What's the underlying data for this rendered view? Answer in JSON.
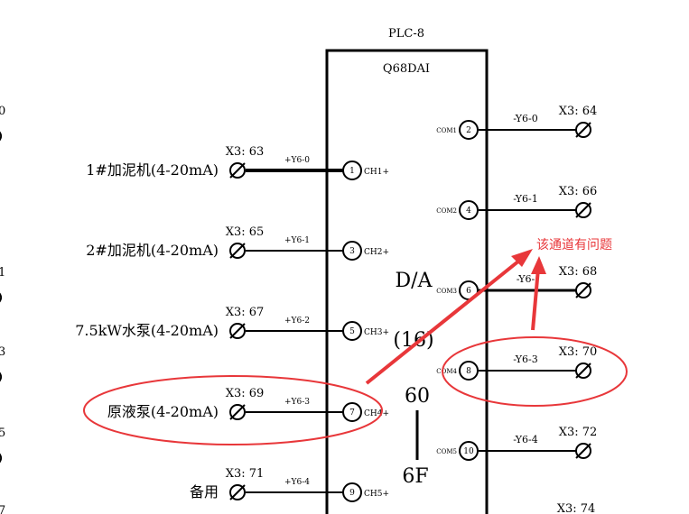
{
  "diagram": {
    "plc_name": "PLC-8",
    "module_model": "Q68DAI",
    "module_type": "D/A",
    "module_slots": "(16)",
    "address_start": "60",
    "address_end": "6F",
    "colors": {
      "line": "#000000",
      "annotation": "#e8373a",
      "background": "#ffffff"
    },
    "left_channels": [
      {
        "device": "1#加泥机(4-20mA)",
        "terminal": "X3: 63",
        "wire": "+Y6-0",
        "pin": "1",
        "channel": "CH1+"
      },
      {
        "device": "2#加泥机(4-20mA)",
        "terminal": "X3: 65",
        "wire": "+Y6-1",
        "pin": "3",
        "channel": "CH2+"
      },
      {
        "device": "7.5kW水泵(4-20mA)",
        "terminal": "X3: 67",
        "wire": "+Y6-2",
        "pin": "5",
        "channel": "CH3+"
      },
      {
        "device": "原液泵(4-20mA)",
        "terminal": "X3: 69",
        "wire": "+Y6-3",
        "pin": "7",
        "channel": "CH4+"
      },
      {
        "device": "备用",
        "terminal": "X3: 71",
        "wire": "+Y6-4",
        "pin": "9",
        "channel": "CH5+"
      }
    ],
    "right_channels": [
      {
        "com": "COM1",
        "pin": "2",
        "wire": "-Y6-0",
        "terminal": "X3: 64"
      },
      {
        "com": "COM2",
        "pin": "4",
        "wire": "-Y6-1",
        "terminal": "X3: 66"
      },
      {
        "com": "COM3",
        "pin": "6",
        "wire": "-Y6-",
        "terminal": "X3: 68"
      },
      {
        "com": "COM4",
        "pin": "8",
        "wire": "-Y6-3",
        "terminal": "X3: 70"
      },
      {
        "com": "COM5",
        "pin": "10",
        "wire": "-Y6-4",
        "terminal": "X3: 72"
      }
    ],
    "partial_terminal_bottom": "X3: 74",
    "left_edge_partial_labels": [
      "0",
      "1",
      "3",
      "5",
      "7"
    ],
    "annotation": {
      "text": "该通道有问题",
      "color": "#e8373a"
    }
  }
}
